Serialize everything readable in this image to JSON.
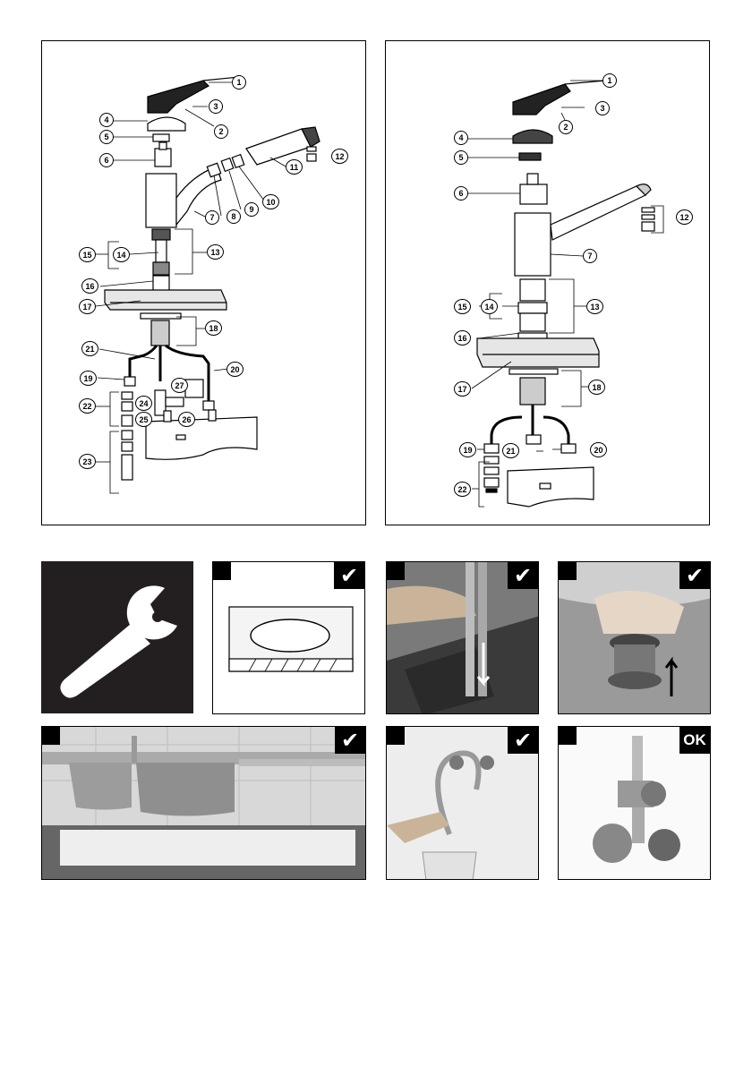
{
  "left_diagram": {
    "callouts": [
      "1",
      "2",
      "3",
      "4",
      "5",
      "6",
      "7",
      "8",
      "9",
      "10",
      "11",
      "12",
      "13",
      "14",
      "15",
      "16",
      "17",
      "18",
      "19",
      "20",
      "21",
      "22",
      "23",
      "24",
      "25",
      "26",
      "27"
    ]
  },
  "right_diagram": {
    "callouts": [
      "1",
      "2",
      "3",
      "4",
      "5",
      "6",
      "7",
      "12",
      "13",
      "14",
      "15",
      "16",
      "17",
      "18",
      "19",
      "20",
      "21",
      "22"
    ]
  },
  "steps": {
    "tool": {
      "icon": "wrench-icon"
    },
    "s1": {
      "badge": "✔"
    },
    "s2": {
      "badge": "✔"
    },
    "s3": {
      "badge": "✔"
    },
    "s4": {
      "badge": "✔"
    },
    "s5": {
      "badge": "✔"
    },
    "s6": {
      "badge": "OK"
    }
  }
}
